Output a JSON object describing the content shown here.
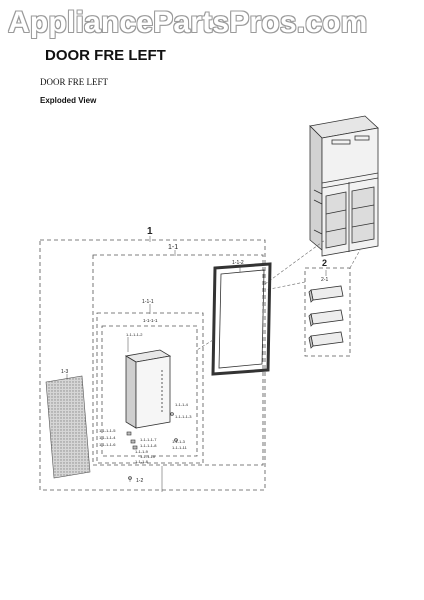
{
  "watermark": "AppliancePartsPros.com",
  "title": "DOOR FRE LEFT",
  "subtitle": "DOOR FRE LEFT",
  "view_label": "Exploded View",
  "callouts": {
    "assy": "1",
    "sub_assy": "1-1",
    "gasket": "1-1-2",
    "door_assy": "1-1-1",
    "door_sub": "1-1-1-1",
    "sub_a": "1-1-1-1-2",
    "sub_b": "1-1-1-4",
    "sub_c": "1-1-1-1-3",
    "sub_d": "1-1-1-3",
    "sub_e": "1-1-1-1-5",
    "sub_f": "1-1-1-1-4",
    "sub_g": "1-1-1-1-6",
    "sub_h": "1-1-1-1-7",
    "sub_i": "1-1-1-1-8",
    "sub_j": "1-1-1-9",
    "sub_k": "1-1-1-10",
    "sub_l": "1-1-1-11",
    "sub_m": "1-1-1-8",
    "door_panel": "1-3",
    "part_1_2": "1-2",
    "guards": "2",
    "guard": "2-1"
  }
}
